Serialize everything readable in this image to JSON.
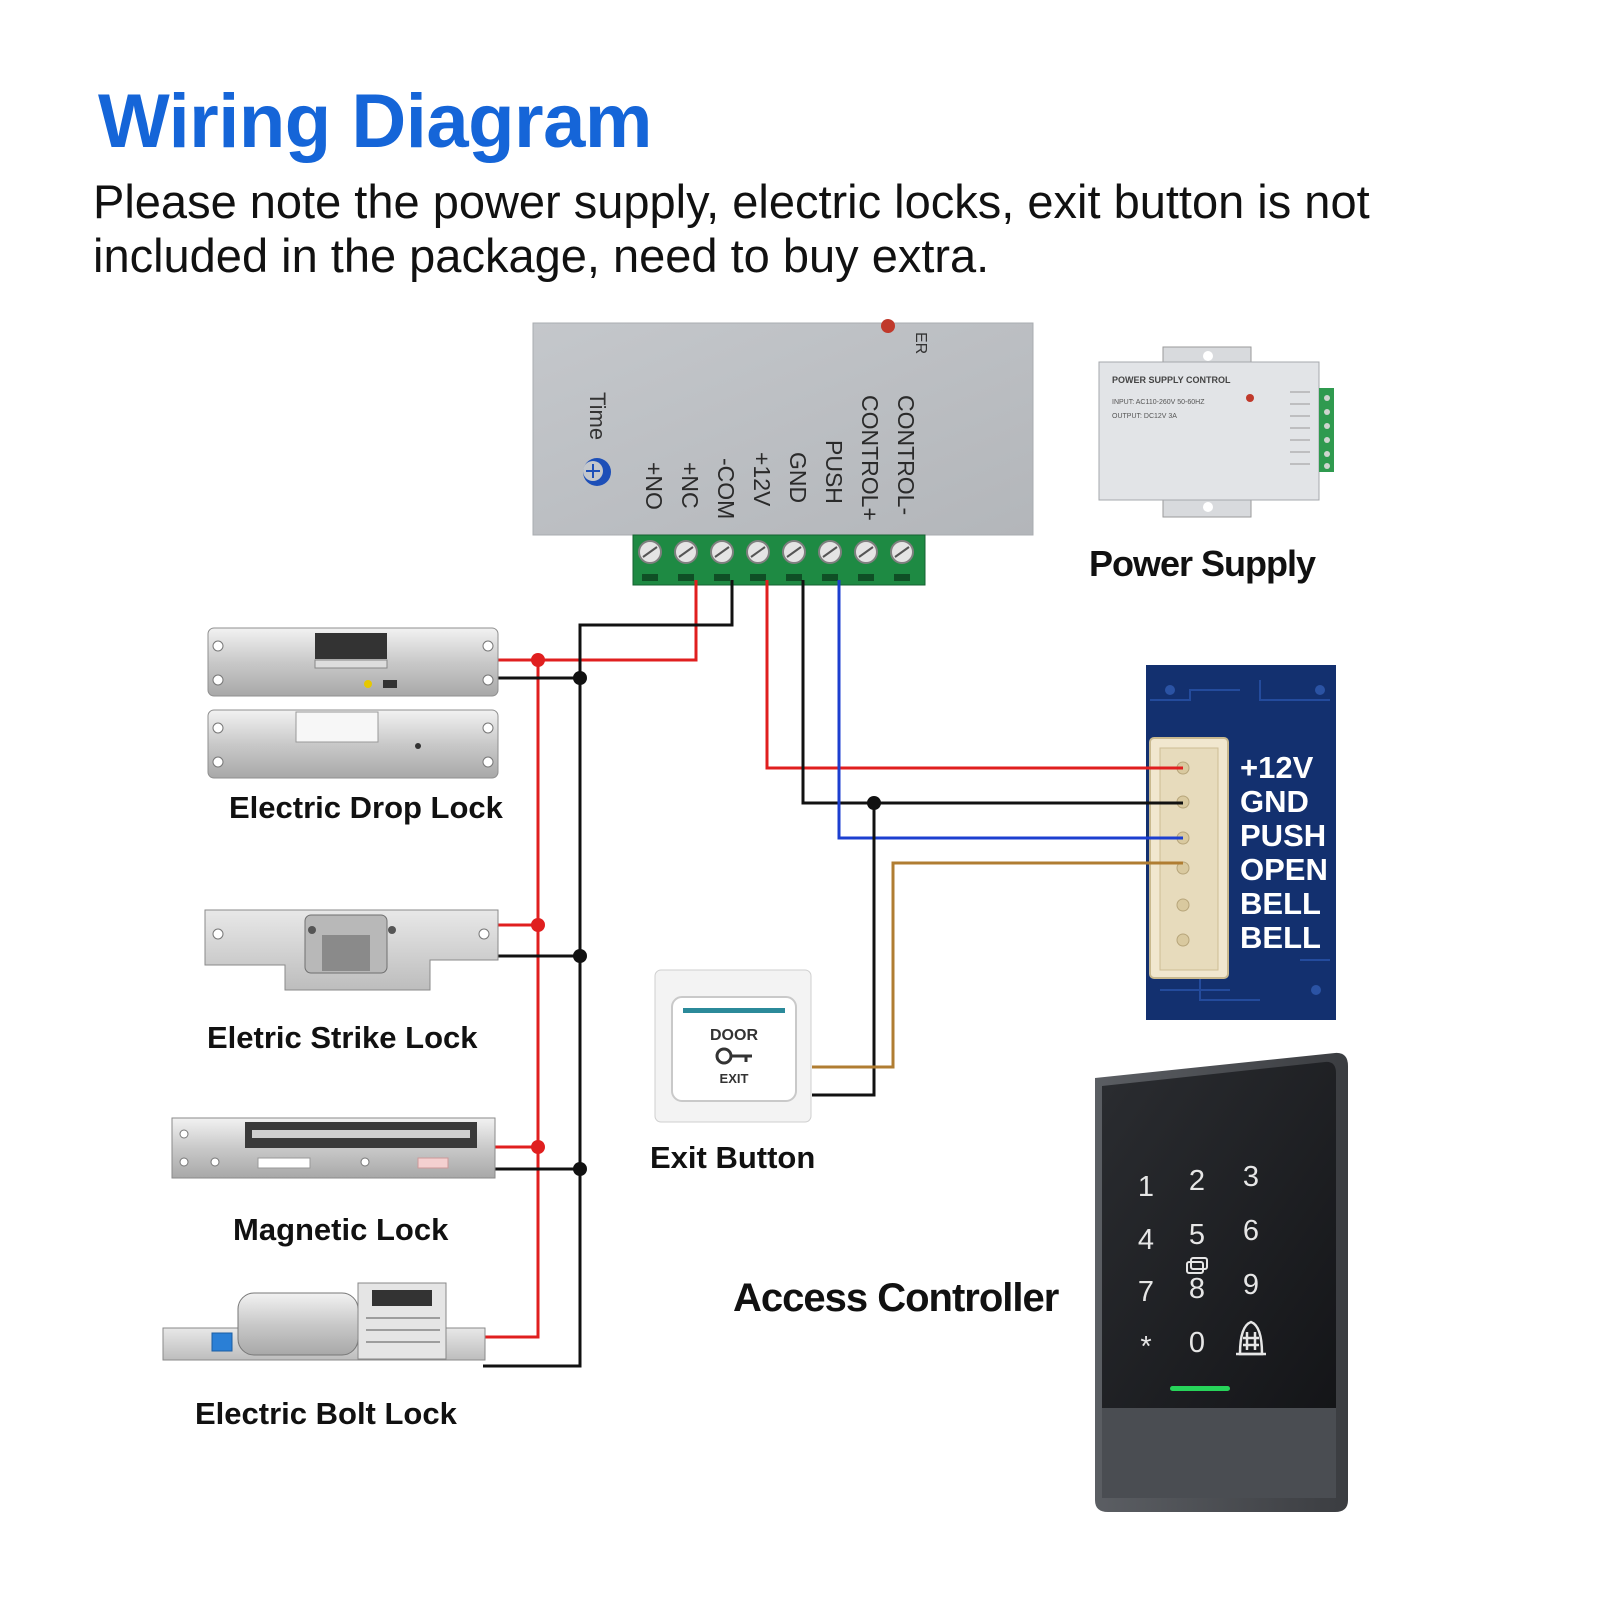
{
  "header": {
    "title": "Wiring Diagram",
    "note_line1": "Please note the power supply, electric locks, exit button is not",
    "note_line2": "included in the package, need to buy extra."
  },
  "power_supply_unit": {
    "terminals": [
      "+NO",
      "+NC",
      "-COM",
      "+12V",
      "GND",
      "PUSH",
      "CONTROL+",
      "CONTROL-"
    ],
    "time_label": "Time"
  },
  "power_supply_photo": {
    "caption": "Power Supply",
    "face_title": "POWER SUPPLY CONTROL",
    "face_input": "INPUT: AC110-260V 50-60HZ",
    "face_output": "OUTPUT: DC12V 3A"
  },
  "locks": [
    {
      "name": "Electric Drop Lock"
    },
    {
      "name": "Eletric Strike Lock"
    },
    {
      "name": "Magnetic Lock"
    },
    {
      "name": "Electric Bolt Lock"
    }
  ],
  "exit_button": {
    "caption": "Exit Button",
    "top_text": "DOOR",
    "bottom_text": "EXIT"
  },
  "controller_connector": {
    "pins": [
      "+12V",
      "GND",
      "PUSH",
      "OPEN",
      "BELL",
      "BELL"
    ]
  },
  "access_controller": {
    "caption": "Access Controller",
    "keys": [
      "1",
      "2",
      "3",
      "4",
      "5",
      "6",
      "7",
      "8",
      "9",
      "*",
      "0"
    ]
  },
  "colors": {
    "title_blue": "#1565d8",
    "wire_red": "#e01f1f",
    "wire_black": "#111111",
    "wire_blue": "#1c3fd0",
    "wire_brown": "#b07d32",
    "pcb_blue": "#13306f"
  }
}
